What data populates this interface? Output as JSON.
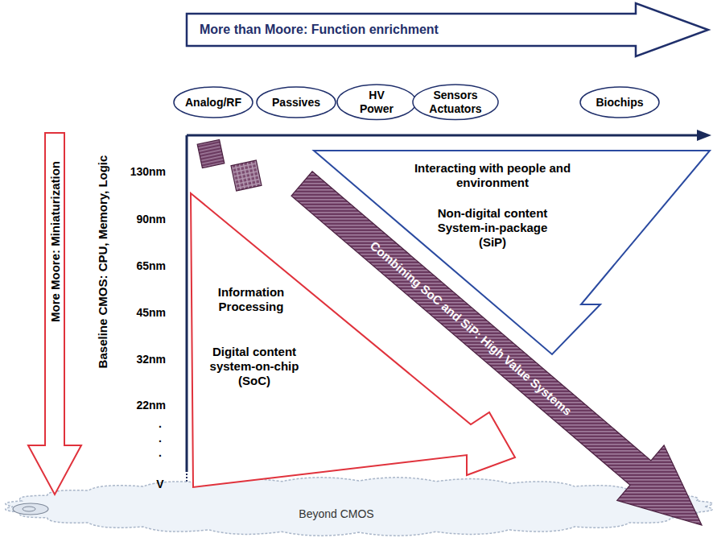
{
  "diagram": {
    "nodes": [
      {
        "text": [
          "More than Moore: Function enrichment"
        ]
      },
      {
        "text": [
          "Analog/RF"
        ]
      },
      {
        "text": [
          "Passives"
        ]
      },
      {
        "text": [
          "HV Power"
        ]
      },
      {
        "text": [
          "Sensors Actuators"
        ]
      },
      {
        "text": [
          "Biochips"
        ]
      },
      {
        "text": [
          "More Moore: Miniaturization"
        ]
      },
      {
        "text": [
          "Interacting with people and environment",
          "Non-digital content System-in-package (SiP)"
        ]
      },
      {
        "text": [
          "Information Processing",
          "Digital content system-on-chip (SoC)"
        ]
      },
      {
        "text": [
          "Combining SoC and SiP: High Value Systems"
        ]
      },
      {
        "text": [
          "Beyond CMOS"
        ]
      }
    ],
    "labels": [
      "Baseline CMOS: CPU, Memory, Logic",
      "130nm",
      "90nm",
      "65nm",
      "45nm",
      "32nm",
      "22nm",
      ".",
      ".",
      ".",
      "V"
    ]
  }
}
